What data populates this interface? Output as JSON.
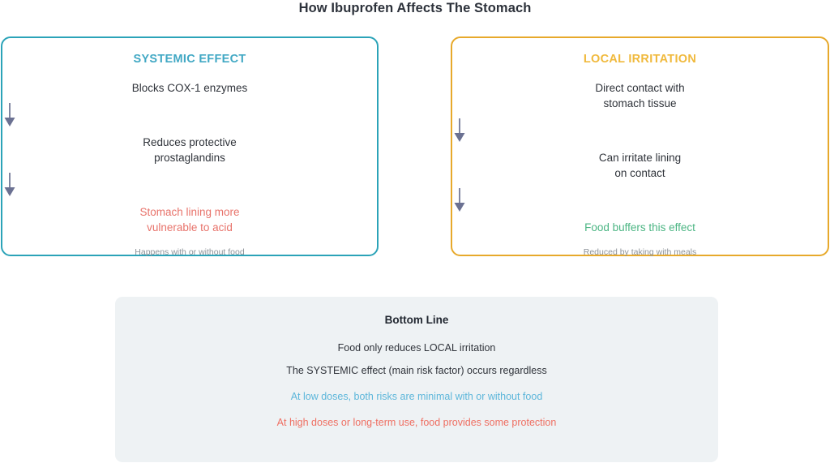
{
  "page": {
    "title": "How Ibuprofen Affects The Stomach"
  },
  "panels": [
    {
      "id": "systemic-effect",
      "heading": "SYSTEMIC EFFECT",
      "accent_color": "#2ba3b8",
      "heading_color": "#41a8c4",
      "steps": [
        {
          "text_line1": "Blocks COX-1 enzymes",
          "text_line2": "",
          "tone": "neutral"
        },
        {
          "text_line1": "Reduces protective",
          "text_line2": "prostaglandins",
          "tone": "neutral"
        },
        {
          "text_line1": "Stomach lining more",
          "text_line2": "vulnerable to acid",
          "tone": "danger"
        }
      ],
      "footnote": "Happens with or without food",
      "arrow_icon": "arrow-down-icon"
    },
    {
      "id": "local-irritation",
      "heading": "LOCAL IRRITATION",
      "accent_color": "#e7a92b",
      "heading_color": "#f0b93c",
      "steps": [
        {
          "text_line1": "Direct contact with",
          "text_line2": "stomach tissue",
          "tone": "neutral"
        },
        {
          "text_line1": "Can irritate lining",
          "text_line2": "on contact",
          "tone": "neutral"
        },
        {
          "text_line1": "Food buffers this effect",
          "text_line2": "",
          "tone": "good"
        }
      ],
      "footnote": "Reduced by taking with meals",
      "arrow_icon": "arrow-down-icon"
    }
  ],
  "bottom": {
    "title": "Bottom Line",
    "lines": [
      {
        "text": "Food only reduces LOCAL irritation",
        "color": "#2f333a"
      },
      {
        "text": "The SYSTEMIC effect (main risk factor) occurs regardless",
        "color": "#2f333a"
      },
      {
        "text": "At low doses, both risks are minimal with or without food",
        "color": "#5cb6da"
      },
      {
        "text": "At high doses or long-term use, food provides some protection",
        "color": "#ef6f62"
      }
    ],
    "background_color": "#eef2f4"
  },
  "colors": {
    "arrow": "#6b7192",
    "danger_text": "#e8736b",
    "good_text": "#4bb583",
    "footnote_text": "#8d9399"
  }
}
